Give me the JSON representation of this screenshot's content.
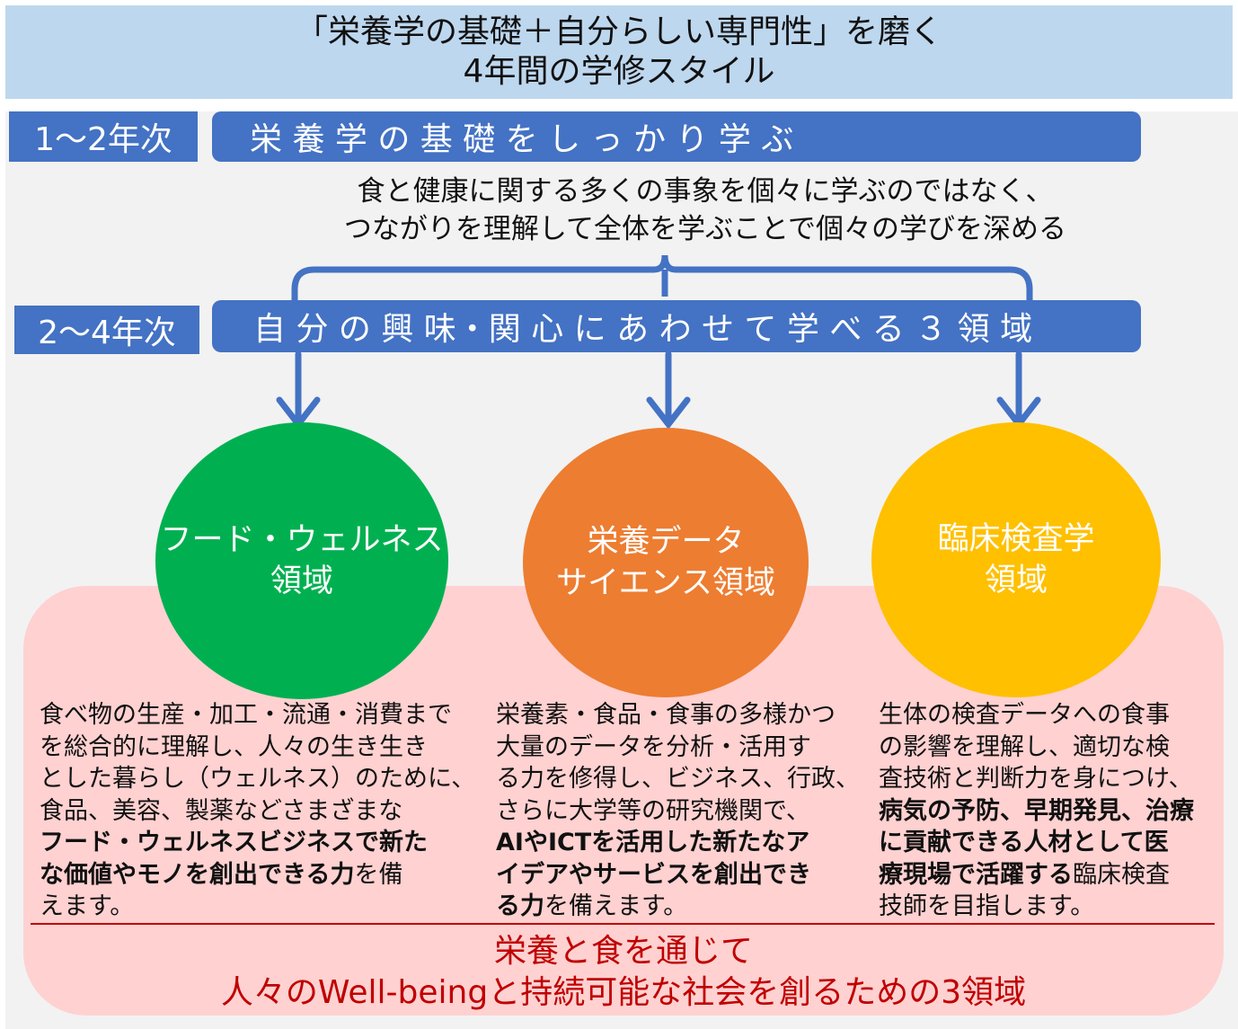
{
  "title": {
    "line1": "「栄養学の基礎＋自分らしい専門性」を磨く",
    "line2": "4年間の学修スタイル"
  },
  "stage1": {
    "year_label": "1～2年次",
    "banner": "栄 養 学 の 基 礎 を し っ か り 学 ぶ",
    "desc_line1": "食と健康に関する多くの事象を個々に学ぶのではなく、",
    "desc_line2": "つながりを理解して全体を学ぶことで個々の学びを深める"
  },
  "stage2": {
    "year_label": "2～4年次",
    "banner": "自 分 の 興 味・関 心 に あ わ せ て 学 べ る ３ 領 域"
  },
  "domains": [
    {
      "name_line1": "フード・ウェルネス",
      "name_line2": "領域",
      "color": "#00b050",
      "desc": [
        [
          "食べ物の生産・加工・流通・消費まで"
        ],
        [
          "を総合的に理解し、人々の生き生き"
        ],
        [
          "とした暮らし（ウェルネス）のために、"
        ],
        [
          "食品、美容、製薬などさまざまな"
        ],
        [
          "フード・ウェルネスビジネスで新た"
        ],
        [
          "な価値やモノを創出できる力",
          "を備"
        ],
        [
          "えます。"
        ]
      ]
    },
    {
      "name_line1": "栄養データ",
      "name_line2": "サイエンス領域",
      "color": "#ed7d31",
      "desc": [
        [
          "栄養素・食品・食事の多様かつ"
        ],
        [
          "大量のデータを分析・活用す"
        ],
        [
          "る力を修得し、ビジネス、行政、"
        ],
        [
          "さらに大学等の研究機関で、"
        ],
        [
          "AIやICTを活用した新たなア"
        ],
        [
          "イデアやサービスを創出でき"
        ],
        [
          "る力",
          "を備えます。"
        ]
      ]
    },
    {
      "name_line1": "臨床検査学",
      "name_line2": "領域",
      "color": "#ffc000",
      "desc": [
        [
          "生体の検査データへの食事"
        ],
        [
          "の影響を理解し、適切な検"
        ],
        [
          "査技術と判断力を身につけ、"
        ],
        [
          "病気の予防、早期発見、治療"
        ],
        [
          "に貢献できる人材として医"
        ],
        [
          "療現場で活躍する",
          "臨床検査"
        ],
        [
          "技師を目指します。"
        ]
      ]
    }
  ],
  "bottom": {
    "line1": "栄養と食を通じて",
    "line2": "人々のWell-beingと持続可能な社会を創るための3領域"
  },
  "colors": {
    "blue": "#4472c4",
    "title_bg": "#bdd7ee",
    "pink": "#ffd1d1",
    "red": "#c00000"
  }
}
